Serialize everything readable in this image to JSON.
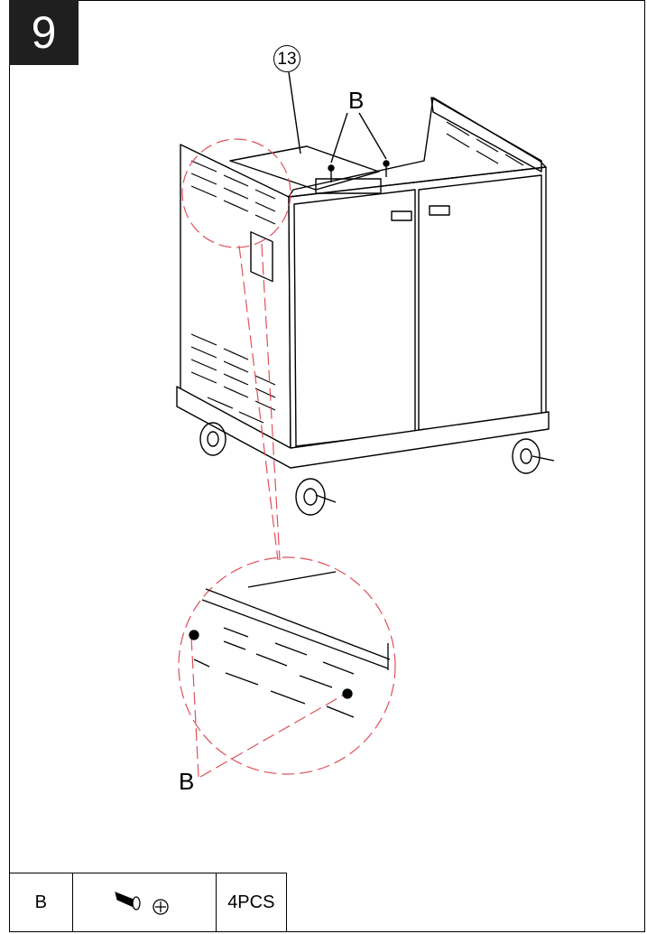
{
  "step": {
    "number": "9"
  },
  "callouts": {
    "part_13": "13",
    "screw_top": "B",
    "screw_detail": "B"
  },
  "parts_table": [
    {
      "letter": "B",
      "icon": "screw-icon",
      "quantity": "4PCS"
    }
  ],
  "colors": {
    "accent_dash": "#e0505a",
    "line": "#000000",
    "step_box": "#1f1f1f"
  }
}
